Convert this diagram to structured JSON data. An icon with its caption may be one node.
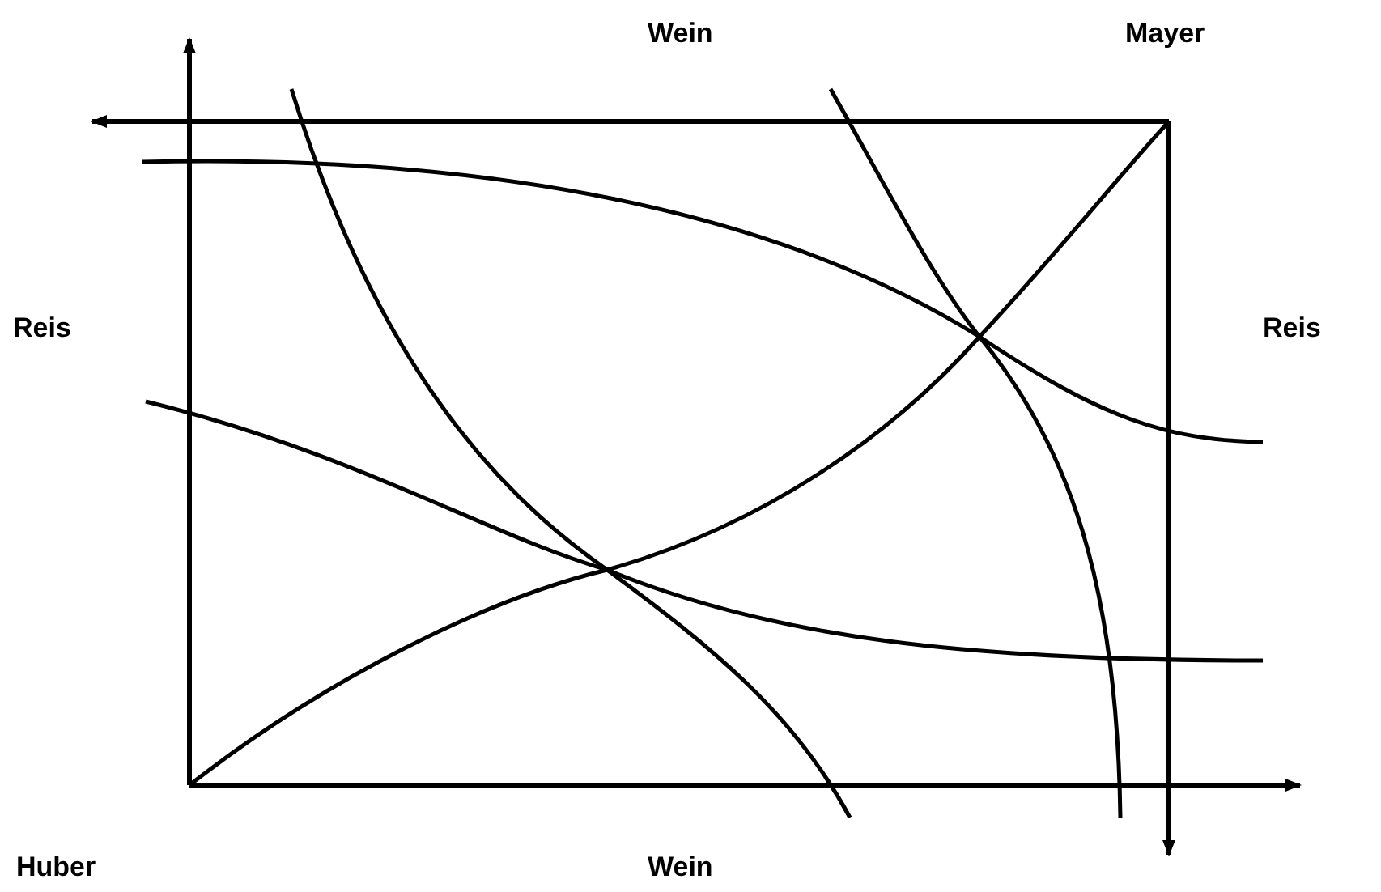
{
  "diagram": {
    "labels": [
      "Wein",
      "Mayer",
      "Reis",
      "Reis",
      "Huber",
      "Wein"
    ]
  }
}
